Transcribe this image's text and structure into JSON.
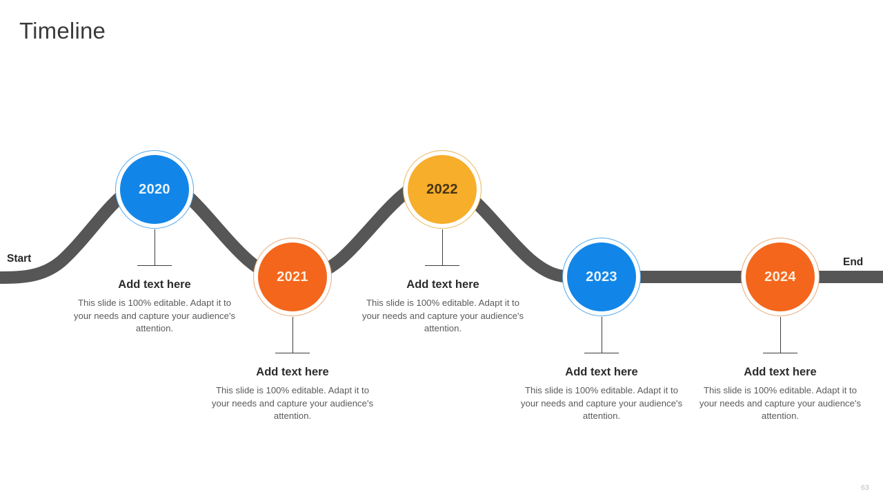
{
  "slide": {
    "title": "Timeline",
    "page_number": "63",
    "background_color": "#ffffff"
  },
  "axis": {
    "start_label": "Start",
    "end_label": "End",
    "path_color": "#565656",
    "path_thickness_px": 18
  },
  "palette": {
    "blue": "#1186E8",
    "blue_ring": "#1186E8",
    "orange": "#F4661B",
    "orange_ring": "#E3A06A",
    "amber": "#F7AE2B",
    "amber_ring": "#E0B050",
    "year_text_light": "#F2F6FB",
    "year_text_dark": "#3B3018",
    "heading": "#2b2b2b",
    "body": "#5a5a5a",
    "title": "#3a3a3a",
    "page_number": "#b9b9b9"
  },
  "milestones": [
    {
      "id": "2020",
      "year": "2020",
      "color": "#1186E8",
      "ring_color": "#4EA8EE",
      "year_text_color": "#EAF4FD",
      "position": "top",
      "heading": "Add text here",
      "body": "This slide is 100% editable.  Adapt it to your needs and capture your audience's attention."
    },
    {
      "id": "2021",
      "year": "2021",
      "color": "#F4661B",
      "ring_color": "#E8A877",
      "year_text_color": "#FDEEDF",
      "position": "bottom",
      "heading": "Add text here",
      "body": "This slide is 100% editable.  Adapt it to your needs and capture your audience's attention."
    },
    {
      "id": "2022",
      "year": "2022",
      "color": "#F7AE2B",
      "ring_color": "#E7B756",
      "year_text_color": "#453413",
      "position": "top",
      "heading": "Add text here",
      "body": "This slide is 100% editable.  Adapt it to your needs and capture your audience's attention."
    },
    {
      "id": "2023",
      "year": "2023",
      "color": "#1186E8",
      "ring_color": "#4EA8EE",
      "year_text_color": "#EAF4FD",
      "position": "bottom",
      "heading": "Add text here",
      "body": "This slide is 100% editable.  Adapt it to your needs and capture your audience's attention."
    },
    {
      "id": "2024",
      "year": "2024",
      "color": "#F4661B",
      "ring_color": "#E8A877",
      "year_text_color": "#FDEEDF",
      "position": "bottom",
      "heading": "Add text here",
      "body": "This slide is 100% editable.  Adapt it to your needs and capture your audience's attention."
    }
  ]
}
